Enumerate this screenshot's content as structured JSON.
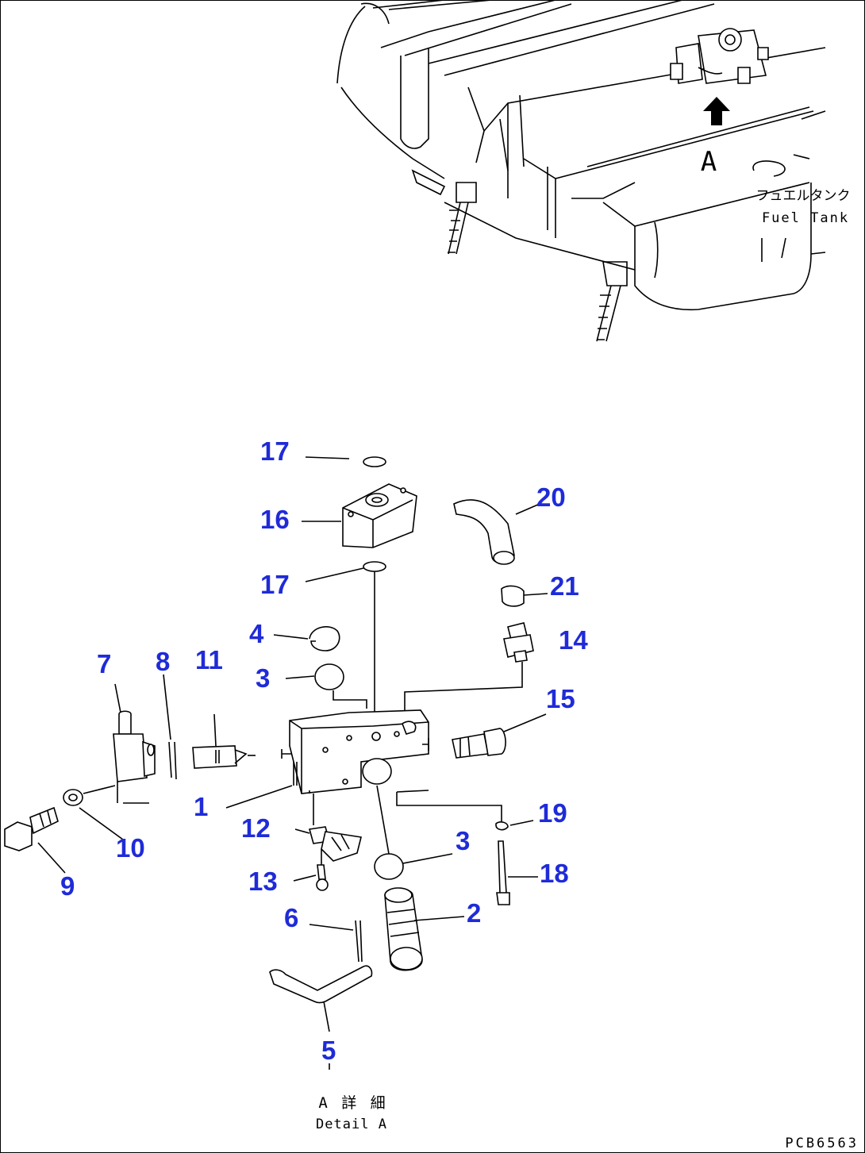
{
  "fuel_tank": {
    "label_ja": "フュエルタンク",
    "label_en": "Fuel Tank",
    "view_marker": "A"
  },
  "detail": {
    "title_ja": "A 詳 細",
    "title_en": "Detail A"
  },
  "drawing_id": "PCB6563",
  "parts": [
    {
      "no": "17"
    },
    {
      "no": "16"
    },
    {
      "no": "20"
    },
    {
      "no": "17"
    },
    {
      "no": "21"
    },
    {
      "no": "4"
    },
    {
      "no": "14"
    },
    {
      "no": "3"
    },
    {
      "no": "7"
    },
    {
      "no": "8"
    },
    {
      "no": "11"
    },
    {
      "no": "15"
    },
    {
      "no": "1"
    },
    {
      "no": "19"
    },
    {
      "no": "12"
    },
    {
      "no": "10"
    },
    {
      "no": "9"
    },
    {
      "no": "3"
    },
    {
      "no": "18"
    },
    {
      "no": "13"
    },
    {
      "no": "2"
    },
    {
      "no": "6"
    },
    {
      "no": "5"
    }
  ],
  "colors": {
    "callout": "#1f2bd8",
    "line": "#000000"
  }
}
